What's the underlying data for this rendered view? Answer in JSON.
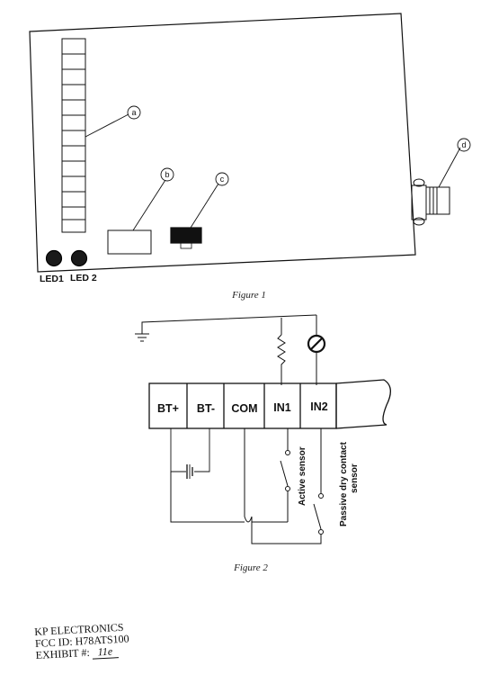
{
  "figure1": {
    "caption": "Figure 1",
    "callouts": [
      "a",
      "b",
      "c",
      "d"
    ],
    "led_labels": [
      "LED1",
      "LED 2"
    ]
  },
  "figure2": {
    "caption": "Figure 2",
    "terminals": [
      "BT+",
      "BT-",
      "COM",
      "IN1",
      "IN2"
    ],
    "labels": {
      "active": "Active sensor",
      "passive_line1": "Passive dry contact",
      "passive_line2": "sensor"
    }
  },
  "footer": {
    "company": "KP ELECTRONICS",
    "fcc_id": "FCC ID:  H78ATS100",
    "exhibit_label": "EXHIBIT #:",
    "exhibit_value": "11e"
  }
}
